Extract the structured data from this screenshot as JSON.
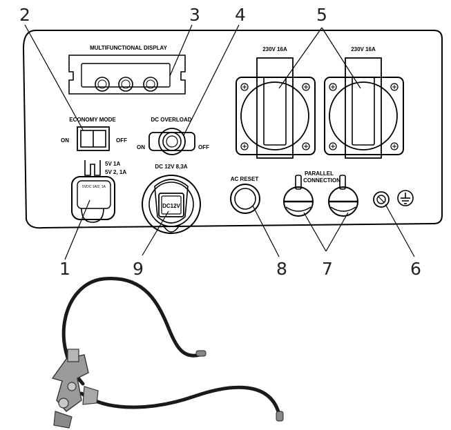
{
  "callouts": [
    "1",
    "2",
    "3",
    "4",
    "5",
    "6",
    "7",
    "8",
    "9"
  ],
  "panel": {
    "display_label": "MULTIFUNCTIONAL DISPLAY",
    "economy_mode_label": "ECONOMY MODE",
    "economy_on": "ON",
    "economy_off": "OFF",
    "dc_overload_label": "DC OVERLOAD",
    "dc_overload_on": "ON",
    "dc_overload_off": "OFF",
    "socket_left_label": "230V 16A",
    "socket_right_label": "230V 16A",
    "usb_rating_line1": "5V 1A",
    "usb_rating_line2": "5V 2, 1A",
    "usb_port_label": "5VDC 1A/2, 1A",
    "dc_socket_rating": "DC 12V  8,3A",
    "dc_socket_center": "DC12V",
    "ac_reset_label": "AC RESET",
    "parallel_label_line1": "PARALLEL",
    "parallel_label_line2": "CONNECTION"
  }
}
